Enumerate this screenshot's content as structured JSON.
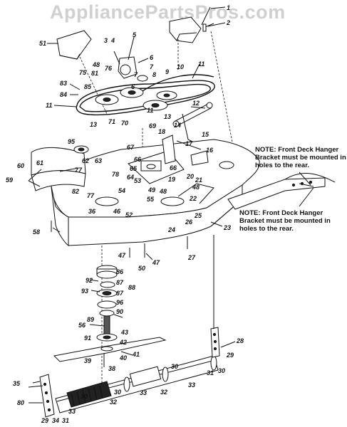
{
  "watermark": "AppliancePartsPros.com",
  "notes": {
    "note_top": "NOTE: Front Deck Hanger\nBracket must be mounted in\nholes to the rear.",
    "note_bottom": "NOTE: Front Deck Hanger\nBracket must be mounted in\nholes to the rear."
  },
  "callouts": [
    {
      "id": "c1",
      "text": "1"
    },
    {
      "id": "c2",
      "text": "2"
    },
    {
      "id": "c51",
      "text": "51"
    },
    {
      "id": "c3",
      "text": "3"
    },
    {
      "id": "c4",
      "text": "4"
    },
    {
      "id": "c5",
      "text": "5"
    },
    {
      "id": "c6a",
      "text": "6"
    },
    {
      "id": "c7a",
      "text": "7"
    },
    {
      "id": "c48a",
      "text": "48"
    },
    {
      "id": "c76",
      "text": "76"
    },
    {
      "id": "c81",
      "text": "81"
    },
    {
      "id": "c75",
      "text": "75"
    },
    {
      "id": "c7b",
      "text": "7"
    },
    {
      "id": "c6b",
      "text": "6"
    },
    {
      "id": "c8",
      "text": "8"
    },
    {
      "id": "c9",
      "text": "9"
    },
    {
      "id": "c10",
      "text": "10"
    },
    {
      "id": "c11a",
      "text": "11"
    },
    {
      "id": "c83",
      "text": "83"
    },
    {
      "id": "c84",
      "text": "84"
    },
    {
      "id": "c85",
      "text": "85"
    },
    {
      "id": "c11b",
      "text": "11"
    },
    {
      "id": "c12",
      "text": "12"
    },
    {
      "id": "c13a",
      "text": "13"
    },
    {
      "id": "c71",
      "text": "71"
    },
    {
      "id": "c70",
      "text": "70"
    },
    {
      "id": "c11c",
      "text": "11"
    },
    {
      "id": "c13b",
      "text": "13"
    },
    {
      "id": "c14",
      "text": "14"
    },
    {
      "id": "c69",
      "text": "69"
    },
    {
      "id": "c18",
      "text": "18"
    },
    {
      "id": "c15",
      "text": "15"
    },
    {
      "id": "c95",
      "text": "95"
    },
    {
      "id": "c67",
      "text": "67"
    },
    {
      "id": "c16",
      "text": "16"
    },
    {
      "id": "c17",
      "text": "17"
    },
    {
      "id": "c61",
      "text": "61"
    },
    {
      "id": "c60",
      "text": "60"
    },
    {
      "id": "c59",
      "text": "59"
    },
    {
      "id": "c62",
      "text": "62"
    },
    {
      "id": "c63",
      "text": "63"
    },
    {
      "id": "c66a",
      "text": "66"
    },
    {
      "id": "c65",
      "text": "65"
    },
    {
      "id": "c66b",
      "text": "66"
    },
    {
      "id": "c77a",
      "text": "77"
    },
    {
      "id": "c78",
      "text": "78"
    },
    {
      "id": "c64",
      "text": "64"
    },
    {
      "id": "c53",
      "text": "53"
    },
    {
      "id": "c19",
      "text": "19"
    },
    {
      "id": "c20",
      "text": "20"
    },
    {
      "id": "c21",
      "text": "21"
    },
    {
      "id": "c82",
      "text": "82"
    },
    {
      "id": "c77b",
      "text": "77"
    },
    {
      "id": "c54",
      "text": "54"
    },
    {
      "id": "c49",
      "text": "49"
    },
    {
      "id": "c48b",
      "text": "48"
    },
    {
      "id": "c48c",
      "text": "48"
    },
    {
      "id": "c55",
      "text": "55"
    },
    {
      "id": "c22",
      "text": "22"
    },
    {
      "id": "c36",
      "text": "36"
    },
    {
      "id": "c46",
      "text": "46"
    },
    {
      "id": "c52",
      "text": "52"
    },
    {
      "id": "c25",
      "text": "25"
    },
    {
      "id": "c26",
      "text": "26"
    },
    {
      "id": "c58",
      "text": "58"
    },
    {
      "id": "c24",
      "text": "24"
    },
    {
      "id": "c23",
      "text": "23"
    },
    {
      "id": "c27",
      "text": "27"
    },
    {
      "id": "c47a",
      "text": "47"
    },
    {
      "id": "c47b",
      "text": "47"
    },
    {
      "id": "c50",
      "text": "50"
    },
    {
      "id": "c86",
      "text": "86"
    },
    {
      "id": "c92",
      "text": "92"
    },
    {
      "id": "c87a",
      "text": "87"
    },
    {
      "id": "c88",
      "text": "88"
    },
    {
      "id": "c93",
      "text": "93"
    },
    {
      "id": "c87b",
      "text": "87"
    },
    {
      "id": "c96",
      "text": "96"
    },
    {
      "id": "c90",
      "text": "90"
    },
    {
      "id": "c89",
      "text": "89"
    },
    {
      "id": "c56",
      "text": "56"
    },
    {
      "id": "c43",
      "text": "43"
    },
    {
      "id": "c91",
      "text": "91"
    },
    {
      "id": "c42",
      "text": "42"
    },
    {
      "id": "c28",
      "text": "28"
    },
    {
      "id": "c29a",
      "text": "29"
    },
    {
      "id": "c39",
      "text": "39"
    },
    {
      "id": "c40",
      "text": "40"
    },
    {
      "id": "c41",
      "text": "41"
    },
    {
      "id": "c38",
      "text": "38"
    },
    {
      "id": "c31a",
      "text": "31"
    },
    {
      "id": "c30a",
      "text": "30"
    },
    {
      "id": "c35",
      "text": "35"
    },
    {
      "id": "c30b",
      "text": "30"
    },
    {
      "id": "c80",
      "text": "80"
    },
    {
      "id": "c32a",
      "text": "32"
    },
    {
      "id": "c33a",
      "text": "33"
    },
    {
      "id": "c32b",
      "text": "32"
    },
    {
      "id": "c33b",
      "text": "33"
    },
    {
      "id": "c30c",
      "text": "30"
    },
    {
      "id": "c33c",
      "text": "33"
    },
    {
      "id": "c29b",
      "text": "29"
    },
    {
      "id": "c34",
      "text": "34"
    },
    {
      "id": "c31b",
      "text": "31"
    },
    {
      "id": "c30d",
      "text": "30"
    }
  ]
}
